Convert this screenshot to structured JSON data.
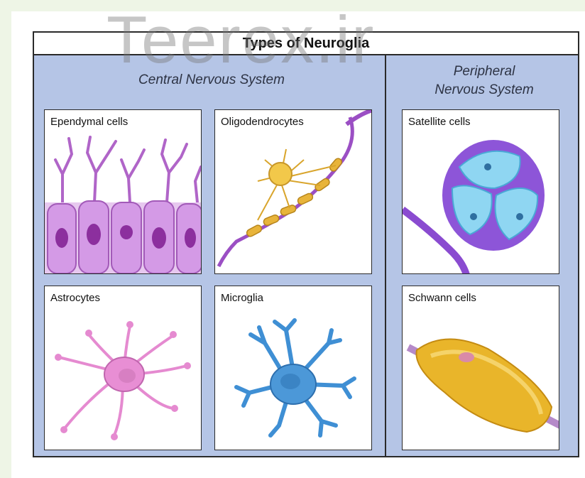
{
  "figure": {
    "title": "Types of Neuroglia",
    "cns_label": "Central Nervous System",
    "pns_label_line1": "Peripheral",
    "pns_label_line2": "Nervous System"
  },
  "panels": {
    "ependymal": "Ependymal cells",
    "oligodendrocytes": "Oligodendrocytes",
    "satellite": "Satellite cells",
    "astrocytes": "Astrocytes",
    "microglia": "Microglia",
    "schwann": "Schwann cells"
  },
  "watermark": "Teerex.ir",
  "colors": {
    "background_panel": "#b5c5e6",
    "ependymal": "#c98be0",
    "oligodendrocyte": "#e8b43a",
    "satellite": "#7fc9ea",
    "astrocyte": "#e58ad0",
    "microglia": "#3f8fd4",
    "schwann": "#e9b52a"
  }
}
